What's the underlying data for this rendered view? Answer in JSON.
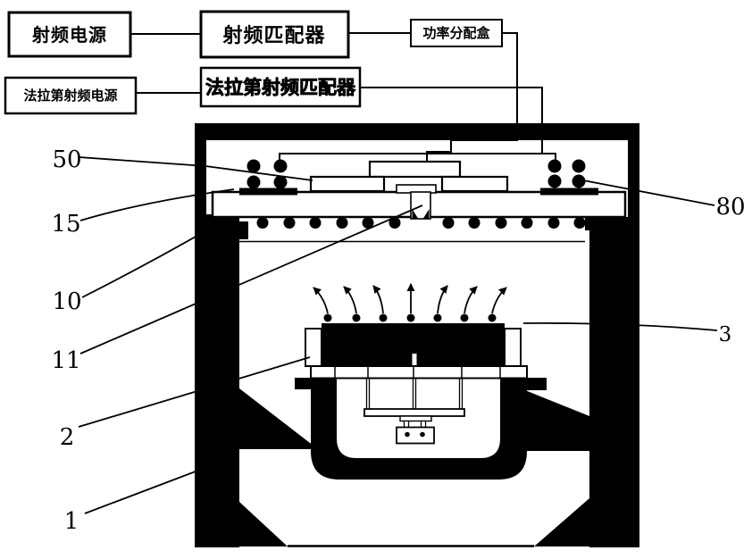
{
  "figure": {
    "type": "patent-schematic",
    "description_visible_text_only": true,
    "colors": {
      "ink": "#000000",
      "paper": "#ffffff"
    }
  },
  "blocks": {
    "rf_power": {
      "label": "射频电源"
    },
    "rf_matcher": {
      "label": "射频匹配器"
    },
    "power_divider": {
      "label": "功率分配盒"
    },
    "faraday_rf_power": {
      "label": "法拉第射频电源"
    },
    "faraday_rf_matcher": {
      "label": "法拉第射频匹配器"
    }
  },
  "ref_labels": {
    "l50": "50",
    "l15": "15",
    "l10": "10",
    "l11": "11",
    "l2": "2",
    "l1": "1",
    "l80": "80",
    "l3": "3"
  }
}
